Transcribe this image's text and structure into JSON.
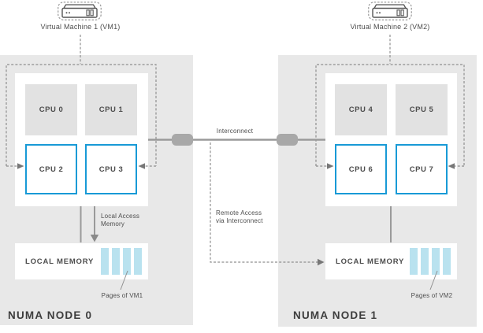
{
  "diagram": {
    "vm1": {
      "label": "Virtual Machine 1 (VM1)"
    },
    "vm2": {
      "label": "Virtual Machine 2 (VM2)"
    },
    "node0": {
      "title": "NUMA NODE 0",
      "cpus": [
        "CPU 0",
        "CPU 1",
        "CPU 2",
        "CPU 3"
      ],
      "memory_label": "LOCAL MEMORY",
      "pages_label": "Pages of VM1"
    },
    "node1": {
      "title": "NUMA NODE 1",
      "cpus": [
        "CPU 4",
        "CPU 5",
        "CPU 6",
        "CPU 7"
      ],
      "memory_label": "LOCAL MEMORY",
      "pages_label": "Pages of VM2"
    },
    "annotations": {
      "interconnect": "Interconnect",
      "local_access_line1": "Local Access",
      "local_access_line2": "Memory",
      "remote_access_line1": "Remote Access",
      "remote_access_line2": "via Interconnect"
    },
    "colors": {
      "node_bg": "#e8e8e8",
      "cpu_idle_bg": "#e2e2e2",
      "cpu_active_border": "#189ad6",
      "memory_page": "#b9e2ef",
      "line_gray": "#9a9a9a",
      "dash_gray": "#8f8f8f",
      "text": "#4d4d4d"
    }
  }
}
